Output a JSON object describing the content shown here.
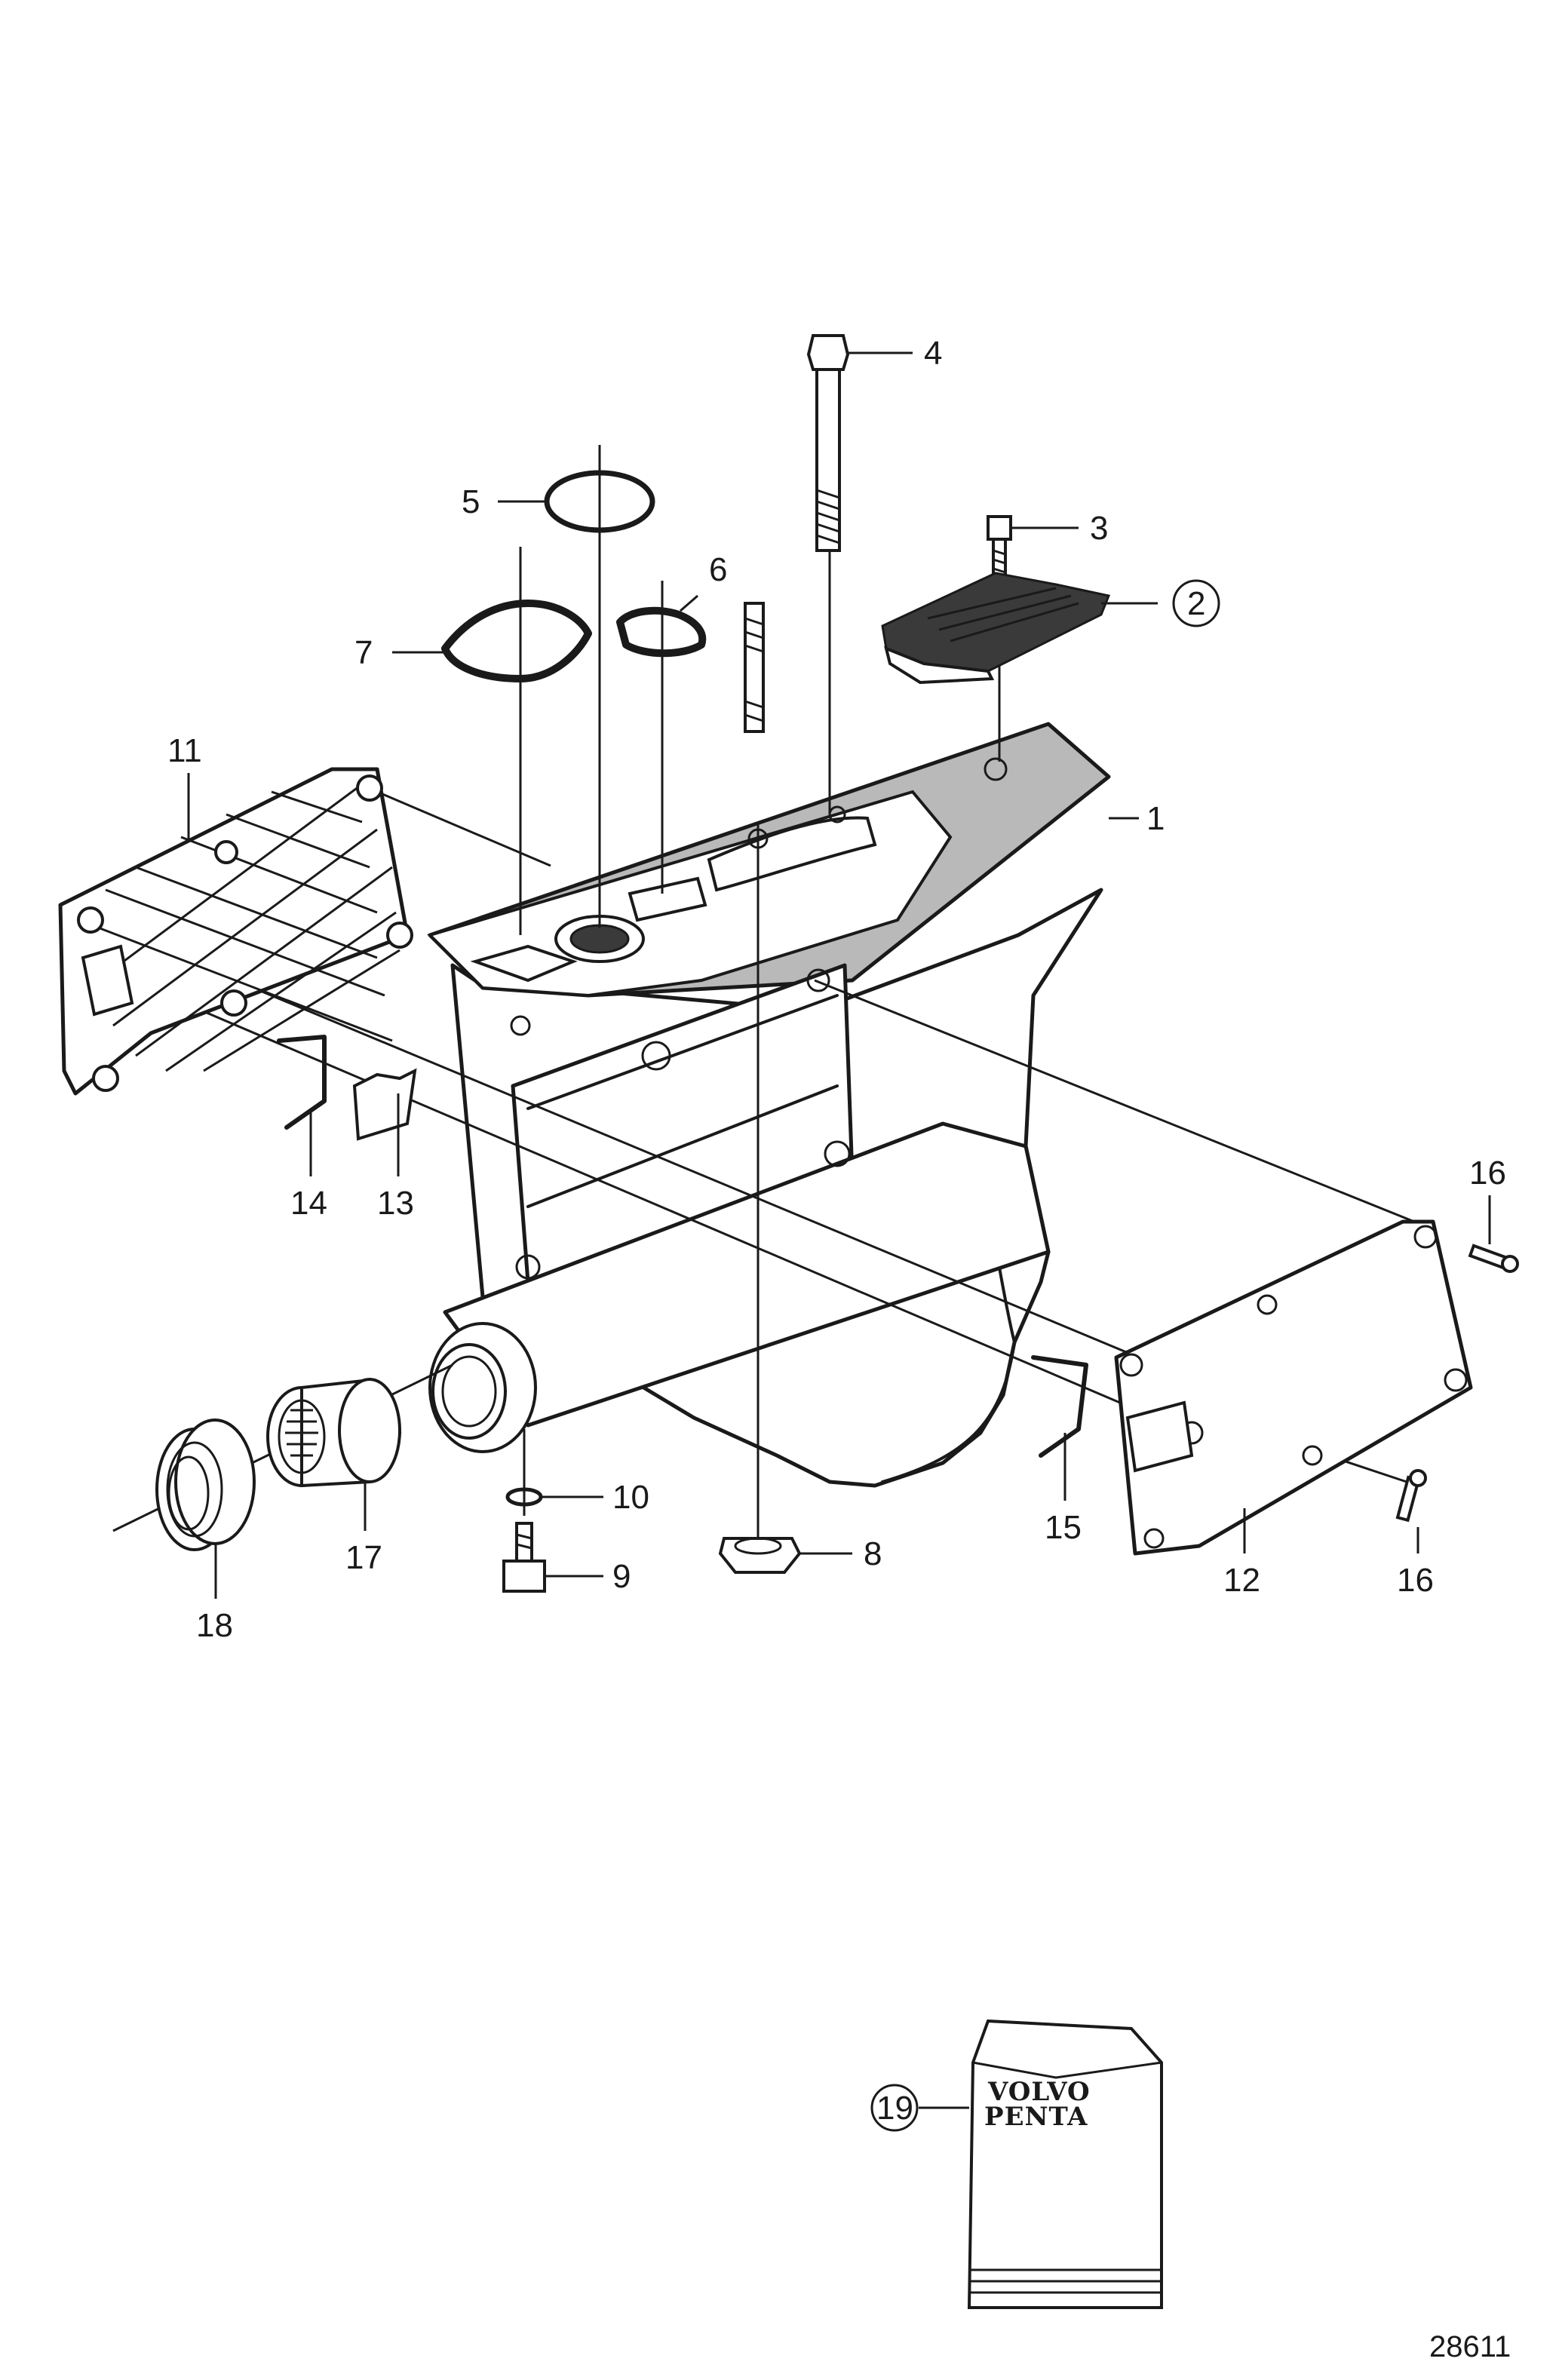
{
  "diagram": {
    "figure_number": "28611",
    "brand_logo": {
      "line1": "VOLVO",
      "line2": "PENTA"
    },
    "callouts": [
      {
        "id": "c1",
        "label": "1"
      },
      {
        "id": "c2",
        "label": "2",
        "circled": true
      },
      {
        "id": "c3",
        "label": "3"
      },
      {
        "id": "c4",
        "label": "4"
      },
      {
        "id": "c5",
        "label": "5"
      },
      {
        "id": "c6",
        "label": "6"
      },
      {
        "id": "c7",
        "label": "7"
      },
      {
        "id": "c8",
        "label": "8"
      },
      {
        "id": "c9",
        "label": "9"
      },
      {
        "id": "c10",
        "label": "10"
      },
      {
        "id": "c11",
        "label": "11"
      },
      {
        "id": "c12",
        "label": "12"
      },
      {
        "id": "c13",
        "label": "13"
      },
      {
        "id": "c14",
        "label": "14"
      },
      {
        "id": "c15",
        "label": "15"
      },
      {
        "id": "c16a",
        "label": "16"
      },
      {
        "id": "c16b",
        "label": "16"
      },
      {
        "id": "c17",
        "label": "17"
      },
      {
        "id": "c18",
        "label": "18"
      },
      {
        "id": "c19",
        "label": "19",
        "circled": true
      }
    ]
  }
}
